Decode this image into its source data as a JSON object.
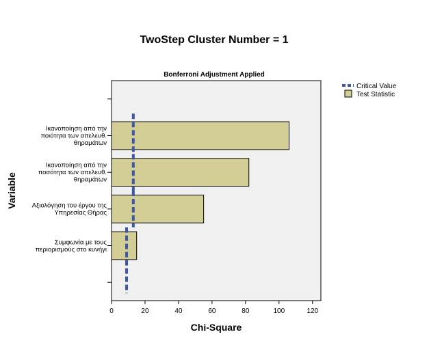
{
  "chart_data": {
    "type": "bar",
    "orientation": "horizontal",
    "title": "TwoStep Cluster Number = 1",
    "subtitle": "Bonferroni Adjustment Applied",
    "xlabel": "Chi-Square",
    "ylabel": "Variable",
    "xlim": [
      0,
      125
    ],
    "xticks": [
      0,
      20,
      40,
      60,
      80,
      100,
      120
    ],
    "categories": [
      "Ικανοποίηση από την\nποιότητα  των απελευθ.\nθηραμάτων",
      "Ικανοποίηση από την\nποσότητα των απελευθ.\nθηραμάτων",
      "Αξιολόγηση του έργου της\nΥπηρεσίας Θήρας",
      "Συμφωνία με τους\nπεριορισμούς στο κυνήγι"
    ],
    "series": [
      {
        "name": "Test Statistic",
        "values": [
          106,
          82,
          55,
          15
        ]
      }
    ],
    "critical_values": [
      13,
      13,
      13,
      9
    ],
    "legend": {
      "position": "top-right",
      "items": [
        {
          "label": "Critical Value",
          "style": "dashed-line"
        },
        {
          "label": "Test Statistic",
          "style": "bar"
        }
      ]
    },
    "colors": {
      "plot_background": "#f0f0f0",
      "bar_fill": "#d3ce96",
      "bar_stroke": "#000000",
      "critical_line": "#3f57a8"
    },
    "grid": false
  }
}
